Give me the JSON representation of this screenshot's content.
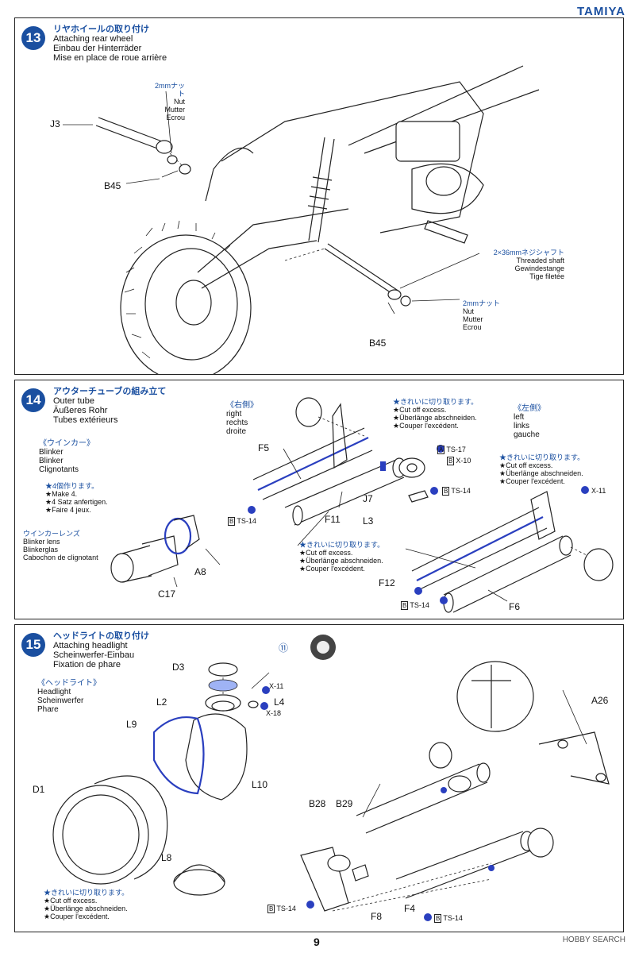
{
  "brand": "TAMIYA",
  "page_number": "9",
  "footer": "HOBBY SEARCH",
  "step13": {
    "number": "13",
    "title_jp": "リヤホイールの取り付け",
    "title_en": "Attaching rear wheel",
    "title_de": "Einbau der Hinterräder",
    "title_fr": "Mise en place de roue arrière",
    "nut_top": {
      "jp": "2mmナット",
      "en": "Nut",
      "de": "Mutter",
      "fr": "Ecrou"
    },
    "nut_bottom": {
      "jp": "2mmナット",
      "en": "Nut",
      "de": "Mutter",
      "fr": "Ecrou"
    },
    "shaft": {
      "jp": "2×36mmネジシャフト",
      "en": "Threaded shaft",
      "de": "Gewindestange",
      "fr": "Tige filetée"
    },
    "labels": {
      "j3": "J3",
      "b45_top": "B45",
      "b45_bottom": "B45"
    }
  },
  "step14": {
    "number": "14",
    "title_jp": "アウターチューブの組み立て",
    "title_en": "Outer tube",
    "title_de": "Äußeres Rohr",
    "title_fr": "Tubes extérieurs",
    "right": {
      "jp": "《右側》",
      "en": "right",
      "de": "rechts",
      "fr": "droite"
    },
    "left": {
      "jp": "《左側》",
      "en": "left",
      "de": "links",
      "fr": "gauche"
    },
    "blinker": {
      "jp": "《ウインカー》",
      "en": "Blinker",
      "de": "Blinker",
      "fr": "Clignotants"
    },
    "make4": {
      "jp": "★4個作ります。",
      "en": "★Make 4.",
      "de": "★4 Satz anfertigen.",
      "fr": "★Faire 4 jeux."
    },
    "lens": {
      "jp": "ウインカーレンズ",
      "en": "Blinker lens",
      "de": "Blinkerglas",
      "fr": "Cabochon de clignotant"
    },
    "cut_a": {
      "jp": "★きれいに切り取ります。",
      "en": "★Cut off excess.",
      "de": "★Überlänge abschneiden.",
      "fr": "★Couper l'excédent."
    },
    "cut_b": {
      "jp": "★きれいに切り取ります。",
      "en": "★Cut off excess.",
      "de": "★Überlänge abschneiden.",
      "fr": "★Couper l'excédent."
    },
    "cut_c": {
      "jp": "★きれいに切り取ります。",
      "en": "★Cut off excess.",
      "de": "★Überlänge abschneiden.",
      "fr": "★Couper l'excédent."
    },
    "labels": {
      "a8": "A8",
      "c17": "C17",
      "f5": "F5",
      "f11": "F11",
      "j7": "J7",
      "l3": "L3",
      "f12": "F12",
      "f6": "F6"
    },
    "paints": {
      "ts14_a": "TS-14",
      "ts17": "TS-17",
      "x10": "X-10",
      "ts14_b": "TS-14",
      "x11": "X-11",
      "ts14_c": "TS-14"
    },
    "paint_box_a": "A",
    "paint_box_b": "B"
  },
  "step15": {
    "number": "15",
    "title_jp": "ヘッドライトの取り付け",
    "title_en": "Attaching headlight",
    "title_de": "Scheinwerfer-Einbau",
    "title_fr": "Fixation de phare",
    "headlight": {
      "jp": "《ヘッドライト》",
      "en": "Headlight",
      "de": "Scheinwerfer",
      "fr": "Phare"
    },
    "cut": {
      "jp": "★きれいに切り取ります。",
      "en": "★Cut off excess.",
      "de": "★Überlänge abschneiden.",
      "fr": "★Couper l'excédent."
    },
    "labels": {
      "d3": "D3",
      "l2": "L2",
      "l4": "L4",
      "l9": "L9",
      "l10": "L10",
      "d1": "D1",
      "l8": "L8",
      "a26": "A26",
      "b28": "B28",
      "b29": "B29",
      "f4": "F4",
      "f8": "F8",
      "ref11": "⑪"
    },
    "paints": {
      "x11": "X-11",
      "x18": "X-18",
      "ts14_a": "TS-14",
      "ts14_b": "TS-14"
    },
    "paint_box": "B"
  }
}
